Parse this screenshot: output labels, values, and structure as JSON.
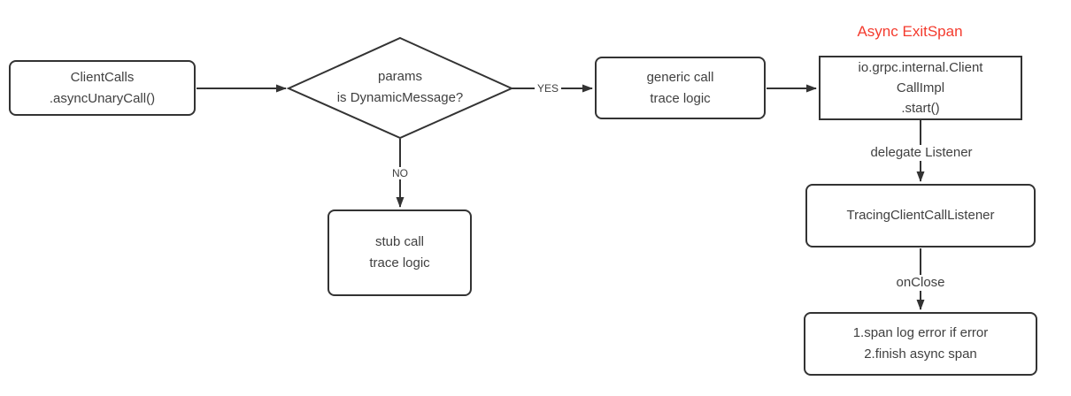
{
  "diagram": {
    "annotation": {
      "text": "Async ExitSpan"
    },
    "nodes": {
      "client_calls": {
        "lines": [
          "ClientCalls",
          ".asyncUnaryCall()"
        ]
      },
      "decision": {
        "lines": [
          "params",
          "is DynamicMessage?"
        ]
      },
      "generic_call": {
        "lines": [
          "generic call",
          "trace logic"
        ]
      },
      "stub_call": {
        "lines": [
          "stub call",
          "trace logic"
        ]
      },
      "grpc_impl": {
        "lines": [
          "io.grpc.internal.Client",
          "CallImpl",
          ".start()"
        ]
      },
      "tracing_listener": {
        "lines": [
          "TracingClientCallListener"
        ]
      },
      "span_finish": {
        "lines": [
          "1.span log error if error",
          "2.finish async span"
        ]
      }
    },
    "edge_labels": {
      "yes": "YES",
      "no": "NO",
      "delegate": "delegate Listener",
      "on_close": "onClose"
    },
    "colors": {
      "stroke": "#333333",
      "text": "#404040",
      "accent_red": "#f43b2e",
      "background": "#ffffff"
    }
  }
}
